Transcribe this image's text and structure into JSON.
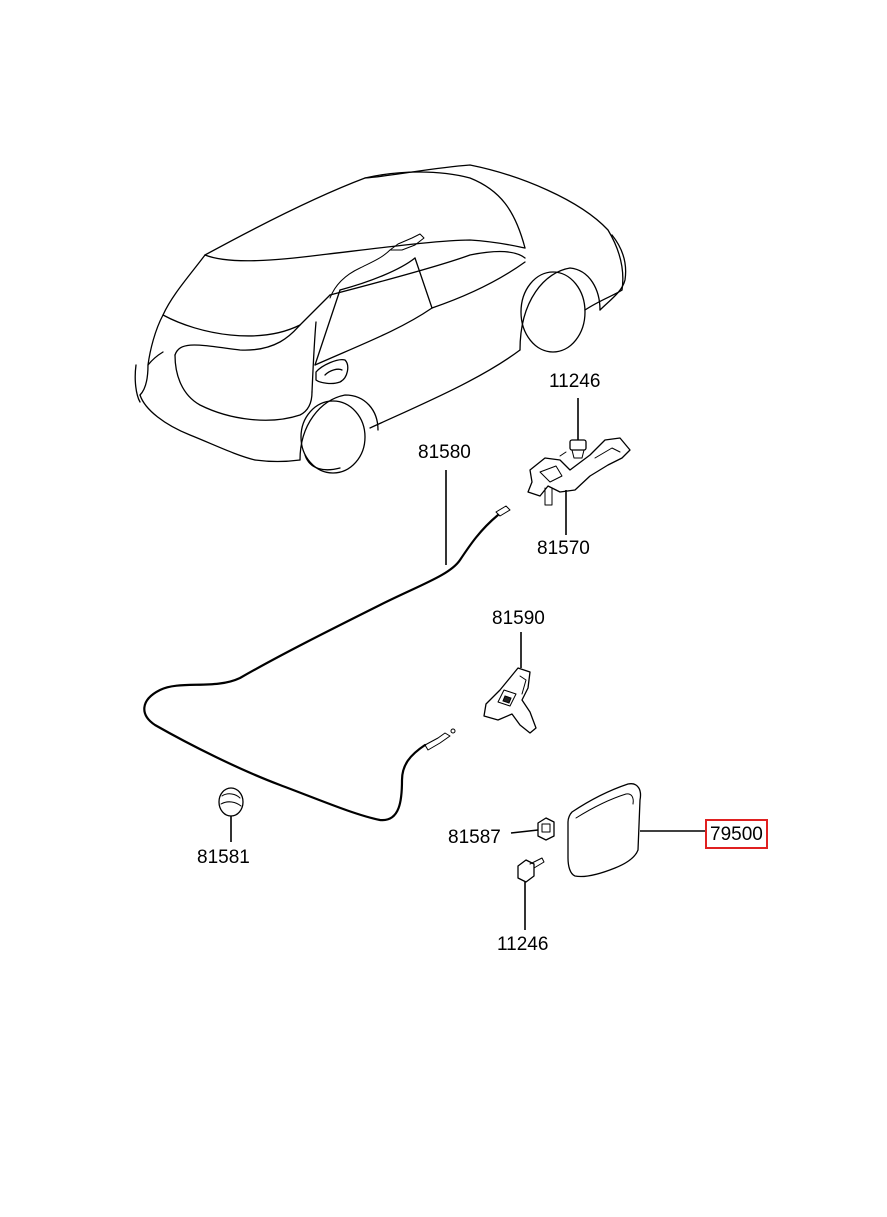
{
  "parts": [
    {
      "id": "11246-top",
      "number": "11246",
      "highlighted": false
    },
    {
      "id": "81580",
      "number": "81580",
      "highlighted": false
    },
    {
      "id": "81570",
      "number": "81570",
      "highlighted": false
    },
    {
      "id": "81590",
      "number": "81590",
      "highlighted": false
    },
    {
      "id": "81581",
      "number": "81581",
      "highlighted": false
    },
    {
      "id": "81587",
      "number": "81587",
      "highlighted": false
    },
    {
      "id": "79500",
      "number": "79500",
      "highlighted": true
    },
    {
      "id": "11246-bottom",
      "number": "11246",
      "highlighted": false
    }
  ],
  "colors": {
    "line": "#000000",
    "background": "#ffffff",
    "highlight_border": "#e02020"
  }
}
